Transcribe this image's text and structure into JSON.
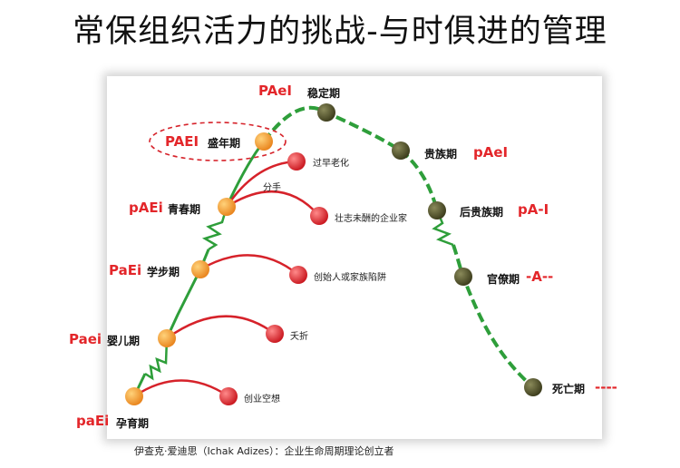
{
  "page": {
    "title": "常保组织活力的挑战-与时俱进的管理"
  },
  "stages": [
    {
      "name": "孕育期",
      "code": "paEi"
    },
    {
      "name": "婴儿期",
      "code": "Paei"
    },
    {
      "name": "学步期",
      "code": "PaEi"
    },
    {
      "name": "青春期",
      "code": "pAEi"
    },
    {
      "name": "盛年期",
      "code": "PAEI"
    },
    {
      "name": "稳定期",
      "code": "PAeI"
    },
    {
      "name": "贵族期",
      "code": "pAeI"
    },
    {
      "name": "后贵族期",
      "code": "pA-I"
    },
    {
      "name": "官僚期",
      "code": "-A--"
    },
    {
      "name": "死亡期",
      "code": "----"
    }
  ],
  "branch_label": "分手",
  "failures": [
    "创业空想",
    "夭折",
    "创始人或家族陷阱",
    "壮志未酬的企业家",
    "过早老化"
  ],
  "colors": {
    "growth": "#f2961e",
    "decline": "#4a4a24",
    "failure": "#d6222a",
    "curve": "#2e9e3a",
    "code": "#e3262a"
  },
  "caption": "伊查克·爱迪思（Ichak Adizes）：企业生命周期理论创立者"
}
